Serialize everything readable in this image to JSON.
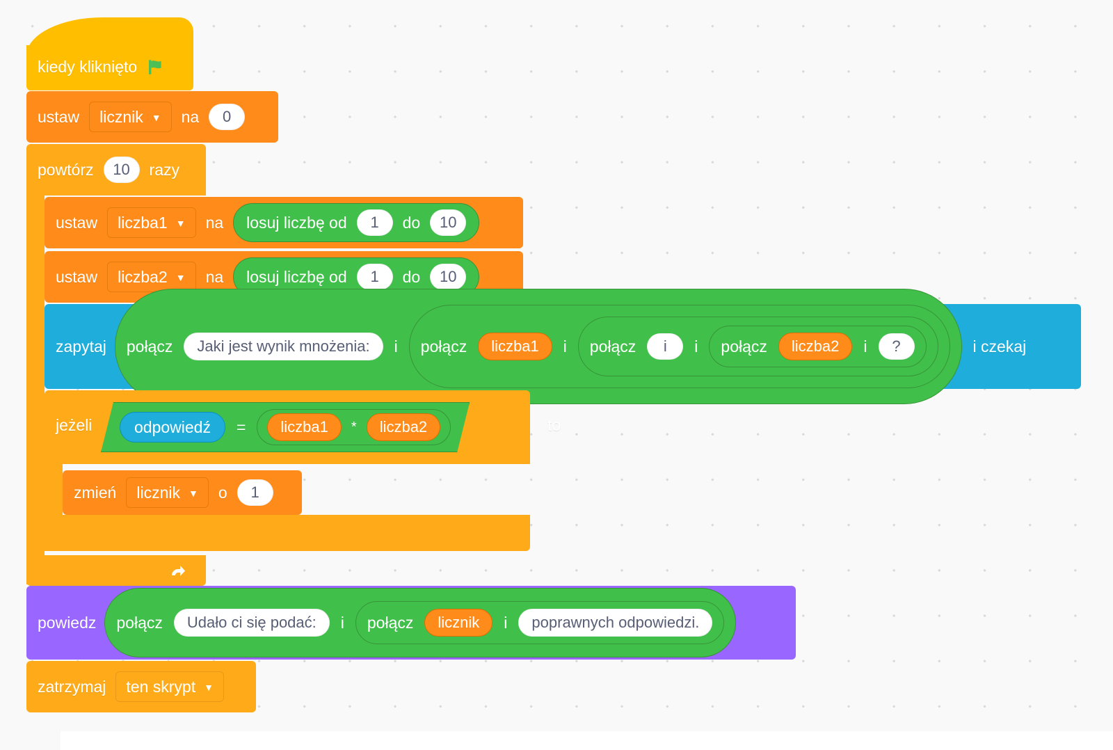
{
  "app": {
    "kind": "scratch-block-editor",
    "language": "pl",
    "canvas_background": "#F9F9F9",
    "grid_dot_color": "#D9D9D9"
  },
  "palette": {
    "events_hat": "#FFBF00",
    "variables": "#FF8C1A",
    "control": "#FFAB19",
    "sensing": "#1FAEDB",
    "operators": "#40BF4A",
    "looks": "#9966FF",
    "input_text": "#575E75",
    "white": "#FFFFFF"
  },
  "script": {
    "hat": {
      "label": "kiedy kliknięto",
      "icon": "green-flag-icon"
    },
    "set_counter": {
      "verb": "ustaw",
      "variable": "licznik",
      "preposition": "na",
      "value": "0"
    },
    "repeat": {
      "verb": "powtórz",
      "times": "10",
      "suffix": "razy"
    },
    "set_liczba1": {
      "verb": "ustaw",
      "variable": "liczba1",
      "preposition": "na",
      "random": {
        "label": "losuj liczbę od",
        "from": "1",
        "middle": "do",
        "to": "10"
      }
    },
    "set_liczba2": {
      "verb": "ustaw",
      "variable": "liczba2",
      "preposition": "na",
      "random": {
        "label": "losuj liczbę od",
        "from": "1",
        "middle": "do",
        "to": "10"
      }
    },
    "ask": {
      "verb": "zapytaj",
      "tail": "i czekaj",
      "join_label": "połącz",
      "and_label": "i",
      "parts": {
        "prompt_text": "Jaki jest wynik mnożenia:",
        "var1": "liczba1",
        "separator": "i",
        "var2": "liczba2",
        "question_mark": "?"
      }
    },
    "if_block": {
      "verb": "jeżeli",
      "then": "to",
      "condition": {
        "left": "odpowiedź",
        "operator_eq": "=",
        "mult_left": "liczba1",
        "operator_mult": "*",
        "mult_right": "liczba2"
      }
    },
    "change_counter": {
      "verb": "zmień",
      "variable": "licznik",
      "preposition": "o",
      "value": "1"
    },
    "loop_arrow": "loop-arrow-icon",
    "say": {
      "verb": "powiedz",
      "join_label": "połącz",
      "and_label": "i",
      "parts": {
        "text1": "Udało ci się podać:",
        "var": "licznik",
        "text2": "poprawnych odpowiedzi."
      }
    },
    "stop": {
      "verb": "zatrzymaj",
      "option": "ten skrypt"
    }
  }
}
